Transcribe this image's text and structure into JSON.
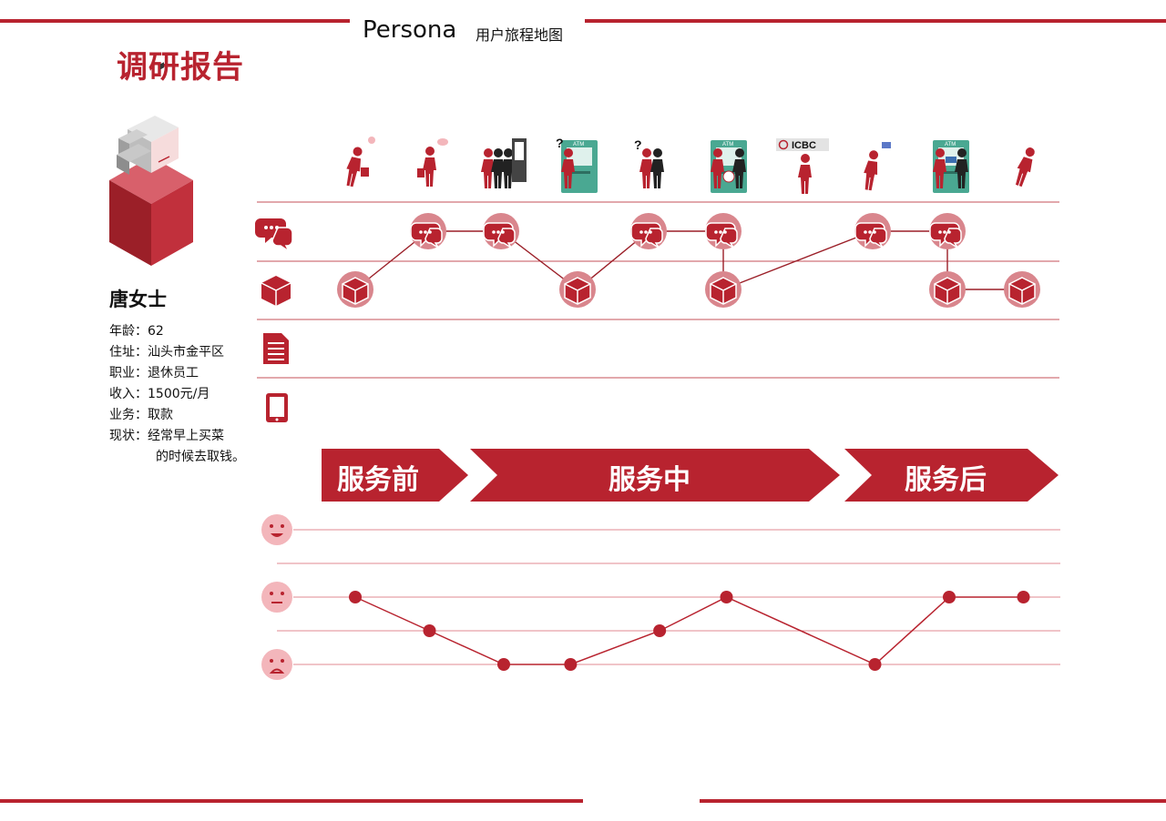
{
  "header": {
    "persona_label": "Persona",
    "journey_label": "用户旅程地图",
    "report_title": "调研报告"
  },
  "person": {
    "name": "唐女士",
    "fields": [
      {
        "label": "年龄：",
        "value": "62"
      },
      {
        "label": "住址：",
        "value": "汕头市金平区"
      },
      {
        "label": "职业：",
        "value": "退休员工"
      },
      {
        "label": "收入：",
        "value": "1500元/月"
      },
      {
        "label": "业务：",
        "value": "取款"
      },
      {
        "label": "现状：",
        "value": "经常早上买菜"
      }
    ],
    "status_continued": "的时候去取钱。"
  },
  "scene_icons": {
    "atm_text": "ATM",
    "bank_sign": "ICBC"
  },
  "phases": [
    {
      "label": "服务前"
    },
    {
      "label": "服务中"
    },
    {
      "label": "服务后"
    }
  ],
  "colors": {
    "brand_red": "#b8232f",
    "node_bg": "#d9868d",
    "face_pink": "#f3b6bb",
    "atm_green": "#4aa892"
  },
  "touchpoint_rows": [
    "chat-bubble-icon",
    "box-icon",
    "document-icon",
    "tablet-icon"
  ],
  "touchpoint_nodes": [
    {
      "step": 1,
      "row": "box"
    },
    {
      "step": 2,
      "row": "chat"
    },
    {
      "step": 3,
      "row": "chat"
    },
    {
      "step": 4,
      "row": "box"
    },
    {
      "step": 5,
      "row": "chat"
    },
    {
      "step": 6,
      "row": "chat"
    },
    {
      "step": 6,
      "row": "box"
    },
    {
      "step": 8,
      "row": "chat"
    },
    {
      "step": 9,
      "row": "chat"
    },
    {
      "step": 9,
      "row": "box"
    },
    {
      "step": 10,
      "row": "box"
    }
  ],
  "chart_data": {
    "type": "line",
    "y_levels": [
      "happy",
      "",
      "neutral",
      "",
      "sad"
    ],
    "points": [
      {
        "x": 1,
        "y": 2
      },
      {
        "x": 2,
        "y": 3
      },
      {
        "x": 3,
        "y": 4
      },
      {
        "x": 3.9,
        "y": 4
      },
      {
        "x": 5.1,
        "y": 3
      },
      {
        "x": 6,
        "y": 2
      },
      {
        "x": 8,
        "y": 4
      },
      {
        "x": 9,
        "y": 2
      },
      {
        "x": 10,
        "y": 2
      }
    ]
  }
}
